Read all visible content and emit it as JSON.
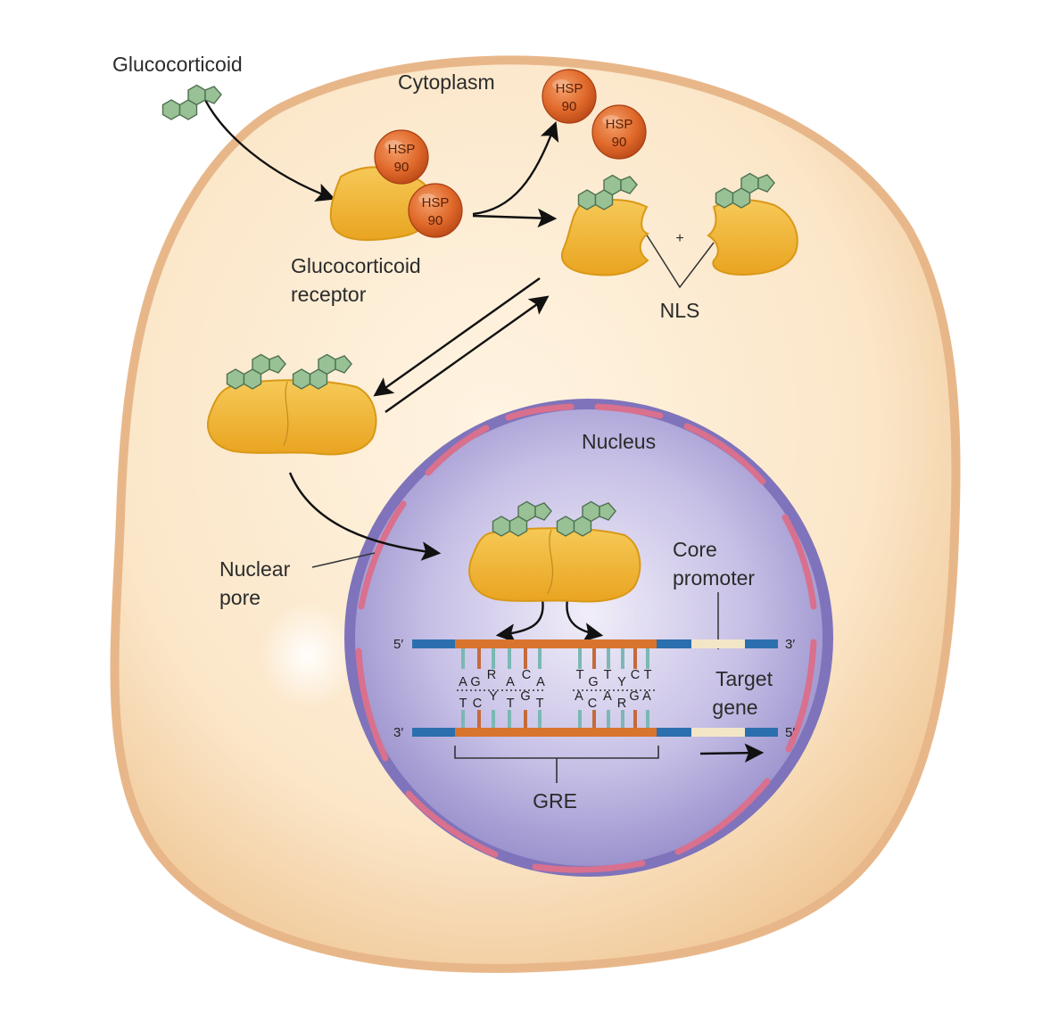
{
  "labels": {
    "glucocorticoid": "Glucocorticoid",
    "cytoplasm": "Cytoplasm",
    "receptor_line1": "Glucocorticoid",
    "receptor_line2": "receptor",
    "nls": "NLS",
    "plus": "+",
    "nucleus": "Nucleus",
    "nuclear_pore_line1": "Nuclear",
    "nuclear_pore_line2": "pore",
    "core_promoter_line1": "Core",
    "core_promoter_line2": "promoter",
    "target_gene_line1": "Target",
    "target_gene_line2": "gene",
    "gre": "GRE",
    "five_prime": "5′",
    "three_prime": "3′"
  },
  "hsp": {
    "line1": "HSP",
    "line2": "90"
  },
  "dna": {
    "top_strand": [
      "A",
      "G",
      "R",
      "A",
      "C",
      "A",
      "T",
      "G",
      "T",
      "Y",
      "C",
      "T"
    ],
    "bottom_strand": [
      "T",
      "C",
      "Y",
      "T",
      "G",
      "T",
      "A",
      "C",
      "A",
      "R",
      "G",
      "A"
    ]
  },
  "colors": {
    "cell": "#f8dfb8",
    "cell_edge": "#e6b98a",
    "nucleus": "#9d95cf",
    "nuclear_envelope": "#7f73bb",
    "pore_segment": "#d8708e",
    "receptor": "#f1b434",
    "receptor_edge": "#d99817",
    "hsp90": "#e0692b",
    "steroid": "#98c196",
    "dna_strand": "#2b6fae",
    "gre_band": "#d9742f",
    "promoter": "#f3e6c8"
  }
}
